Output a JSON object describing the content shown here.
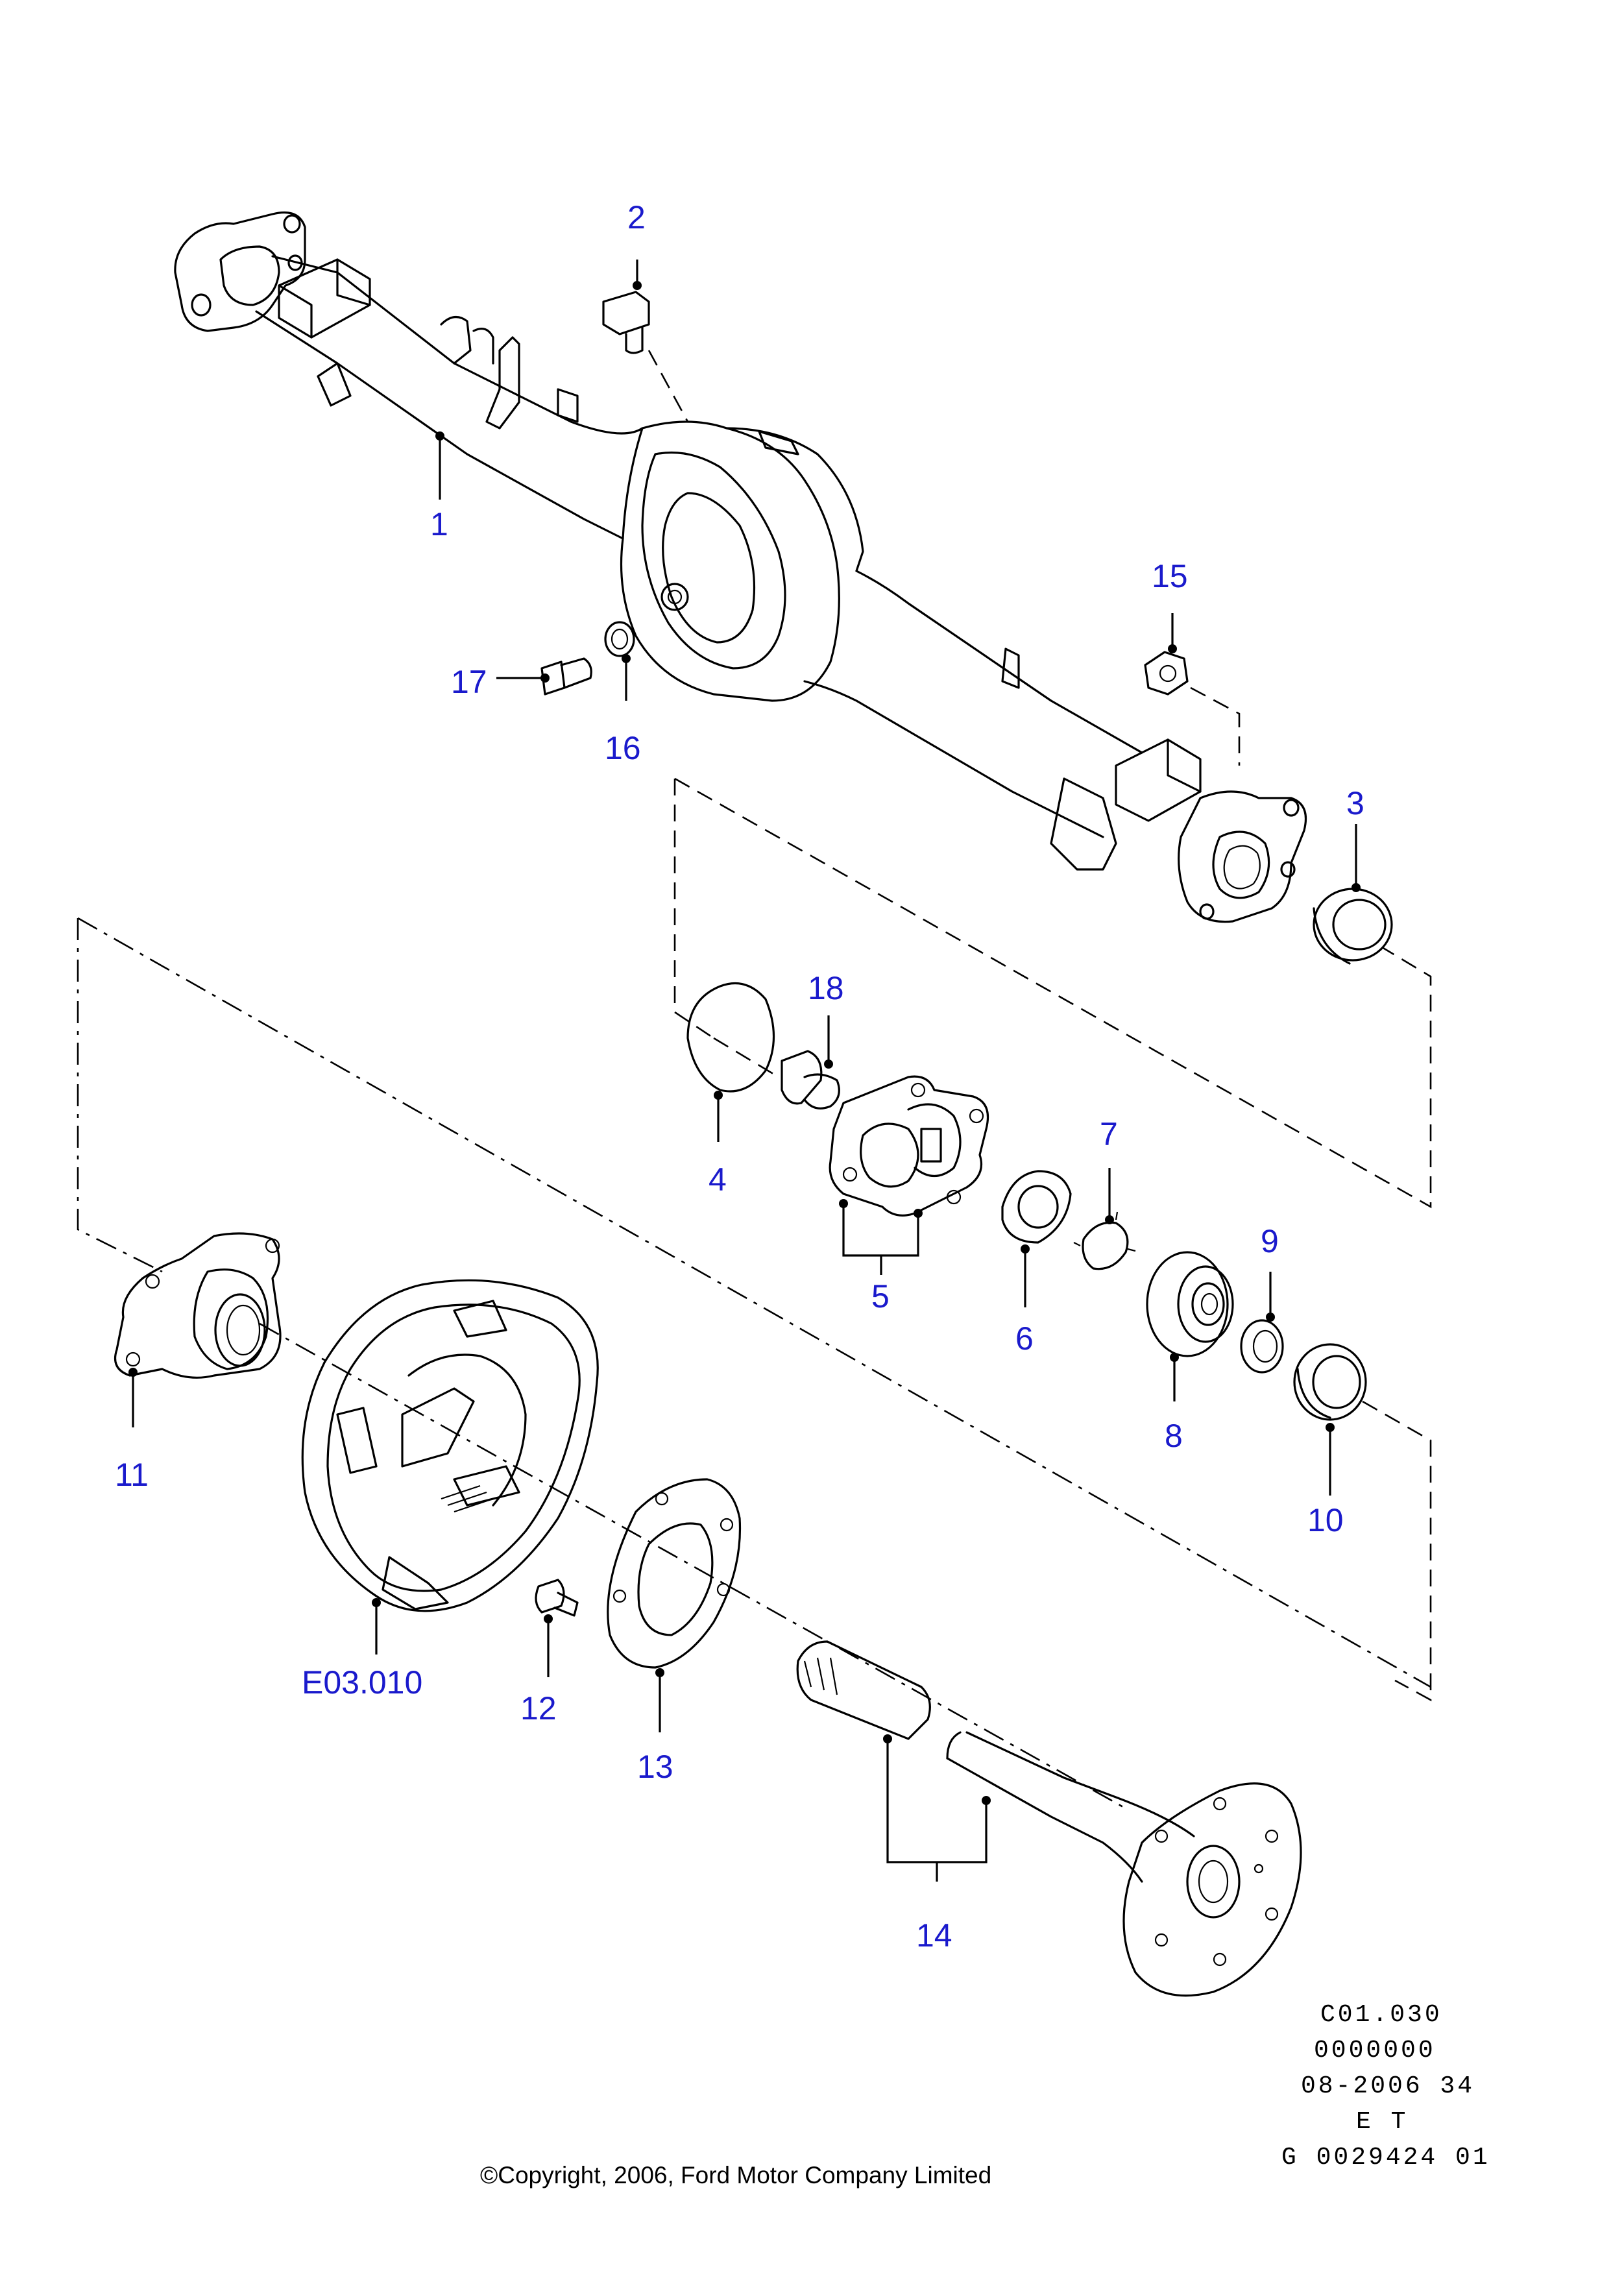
{
  "callouts": {
    "c1": "1",
    "c2": "2",
    "c3": "3",
    "c4": "4",
    "c5": "5",
    "c6": "6",
    "c7": "7",
    "c8": "8",
    "c9": "9",
    "c10": "10",
    "c11": "11",
    "c12": "12",
    "c13": "13",
    "c14": "14",
    "c15": "15",
    "c16": "16",
    "c17": "17",
    "c18": "18",
    "ref_brake": "E03.010"
  },
  "drawing_info": {
    "line1": "C01.030",
    "line2": "0000000",
    "line3": "08-2006 34",
    "line4": "E T",
    "line5": "G 0029424 01"
  },
  "copyright": "©Copyright, 2006, Ford Motor Company Limited",
  "colors": {
    "callout": "#1a1acc",
    "line": "#000000",
    "background": "#ffffff"
  }
}
